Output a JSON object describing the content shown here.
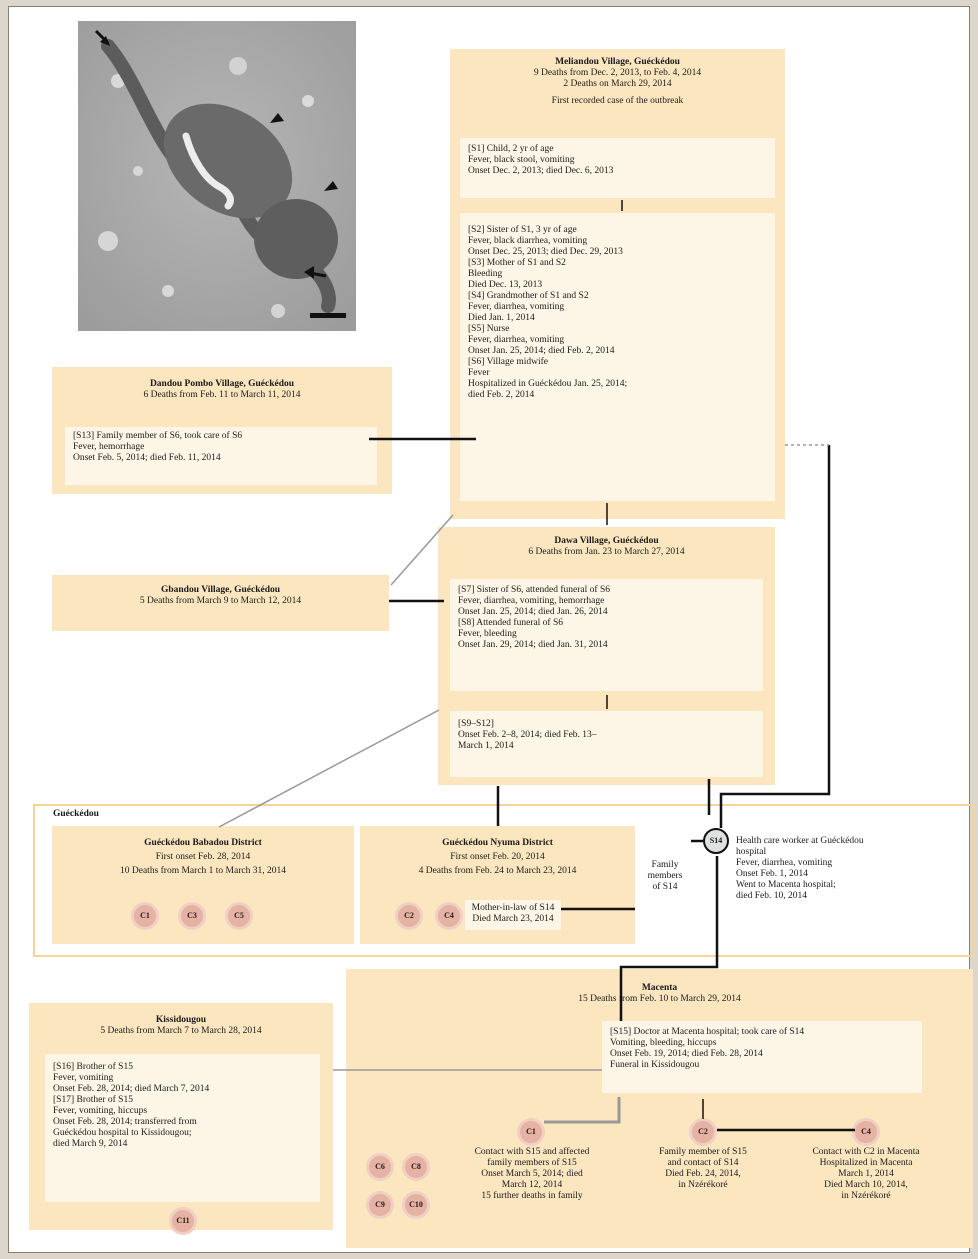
{
  "meliandou": {
    "title": "Meliandou Village, Guéckédou",
    "sub": "9 Deaths from Dec. 2, 2013, to Feb. 4, 2014\n2 Deaths on March 29, 2014",
    "first": "First recorded case of the outbreak",
    "s1": "[S1] Child, 2 yr of age\n   Fever, black stool, vomiting\n   Onset Dec. 2, 2013; died Dec. 6, 2013",
    "s2to6": "[S2] Sister of S1, 3 yr of age\n   Fever, black diarrhea, vomiting\n   Onset Dec. 25, 2013; died Dec. 29, 2013\n[S3] Mother of S1 and S2\n   Bleeding\n   Died Dec. 13, 2013\n[S4] Grandmother of S1 and S2\n   Fever, diarrhea, vomiting\n   Died Jan. 1, 2014\n[S5] Nurse\n   Fever, diarrhea, vomiting\n   Onset Jan. 25, 2014; died Feb. 2, 2014\n[S6] Village midwife\n   Fever\n   Hospitalized in Guéckédou Jan. 25, 2014;\n      died Feb. 2, 2014"
  },
  "dandou": {
    "title": "Dandou Pombo Village, Guéckédou",
    "sub": "6 Deaths from Feb. 11 to March 11, 2014",
    "s13": "[S13] Family member of S6, took care of S6\n   Fever, hemorrhage\n   Onset Feb. 5, 2014; died Feb. 11, 2014"
  },
  "dawa": {
    "title": "Dawa Village, Guéckédou",
    "sub": "6 Deaths from Jan. 23 to March 27, 2014",
    "s7s8": "[S7] Sister of S6, attended funeral of S6\n   Fever, diarrhea, vomiting, hemorrhage\n   Onset Jan. 25, 2014; died Jan. 26, 2014\n[S8] Attended funeral of S6\n   Fever, bleeding\n   Onset Jan. 29, 2014; died Jan. 31, 2014",
    "s9s12": "[S9–S12]\n   Onset Feb. 2–8, 2014; died Feb. 13–\n      March 1, 2014"
  },
  "gbandou": {
    "title": "Gbandou Village, Guéckédou",
    "sub": "5 Deaths from March 9 to March 12, 2014"
  },
  "gueckedou": {
    "label": "Guéckédou",
    "babadou": {
      "title": "Guéckédou Babadou District",
      "onset": "First onset Feb. 28, 2014",
      "deaths": "10 Deaths from March 1 to March 31, 2014",
      "cases": [
        "C1",
        "C3",
        "C5"
      ]
    },
    "nyuma": {
      "title": "Guéckédou Nyuma District",
      "onset": "First onset Feb. 20, 2014",
      "deaths": "4 Deaths from Feb. 24 to March 23, 2014",
      "cases": [
        "C2",
        "C4"
      ],
      "mother": "Mother-in-law of S14\nDied March 23, 2014"
    },
    "family": "Family\nmembers\nof S14",
    "s14node": "S14",
    "s14": "Health care worker at Guéckédou\n   hospital\nFever, diarrhea, vomiting\nOnset Feb. 1, 2014\nWent to Macenta hospital;\n   died Feb. 10, 2014"
  },
  "macenta": {
    "title": "Macenta",
    "sub": "15 Deaths from Feb. 10 to March 29, 2014",
    "s15": "[S15] Doctor at Macenta hospital; took care of S14\n   Vomiting, bleeding, hiccups\n   Onset Feb. 19, 2014; died Feb. 28, 2014\n   Funeral in Kissidougou",
    "c1": "C1",
    "c1text": "Contact with S15 and affected\nfamily members of S15\nOnset March 5, 2014; died\nMarch 12, 2014\n15 further deaths in family",
    "c2": "C2",
    "c2text": "Family member of S15\nand contact of S14\nDied Feb. 24, 2014,\nin Nzérékoré",
    "c4": "C4",
    "c4text": "Contact with C2 in Macenta\nHospitalized in Macenta\nMarch 1, 2014\nDied March 10, 2014,\nin Nzérékoré",
    "grid": [
      "C6",
      "C8",
      "C9",
      "C10"
    ]
  },
  "kissidougou": {
    "title": "Kissidougou",
    "sub": "5 Deaths from March 7 to March 28, 2014",
    "s16s17": "[S16] Brother of S15\n   Fever, vomiting\n   Onset Feb. 28, 2014; died March 7, 2014\n[S17] Brother of S15\n   Fever, vomiting, hiccups\n   Onset Feb. 28, 2014; transferred from\n      Guéckédou hospital to Kissidougou;\n      died March 9, 2014",
    "case": "C11"
  }
}
